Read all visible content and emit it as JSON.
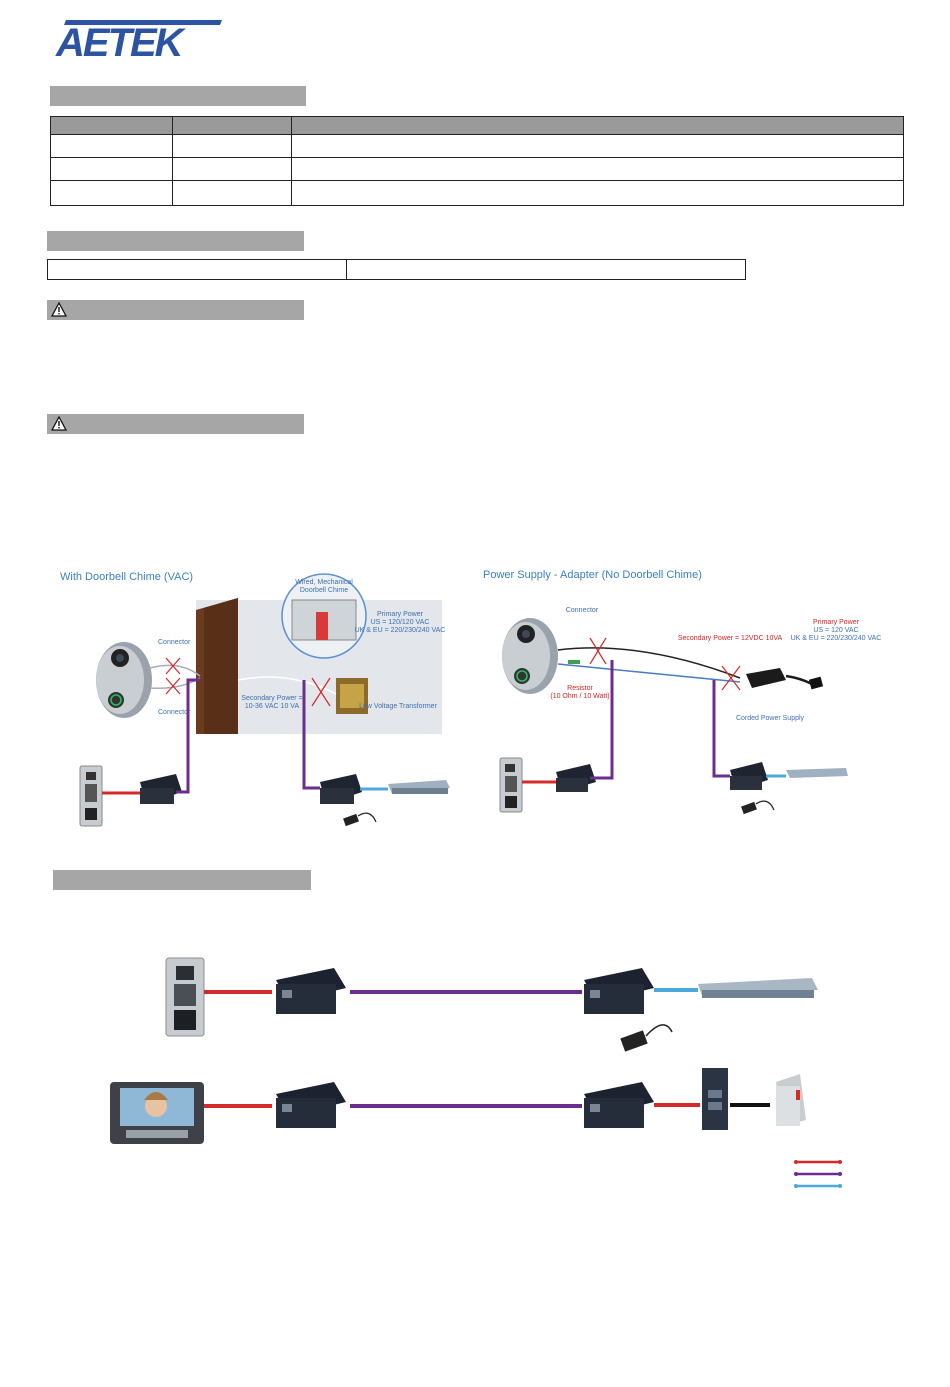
{
  "logo": {
    "text": "AETEK"
  },
  "diagram1": {
    "left": {
      "title": "With Doorbell Chime (VAC)",
      "connector_top": "Connector",
      "connector_bottom": "Connector",
      "chime_label_1": "Wired, Mechanical",
      "chime_label_2": "Doorbell Chime",
      "primary_power": "Primary Power",
      "primary_us": "US = 120/120 VAC",
      "primary_uk": "UK & EU = 220/230/240 VAC",
      "secondary_1": "Secondary Power =",
      "secondary_2": "10-36 VAC 10 VA",
      "transformer": "Low Voltage Transformer"
    },
    "right": {
      "title": "Power Supply - Adapter (No Doorbell Chime)",
      "connector": "Connector",
      "secondary": "Secondary Power = 12VDC 10VA",
      "primary_power": "Primary Power",
      "primary_us": "US = 120 VAC",
      "primary_uk": "UK & EU = 220/230/240 VAC",
      "resistor": "Resistor",
      "resistor_value": "(10 Ohm  / 10 Watt)",
      "corded": "Corded Power Supply"
    }
  },
  "colors": {
    "gray_bar": "#a6a6a6",
    "red_line": "#d42a2a",
    "purple_line": "#6a2e8f",
    "blue_line": "#4aa8dc",
    "label_blue": "#3e6fb3"
  }
}
